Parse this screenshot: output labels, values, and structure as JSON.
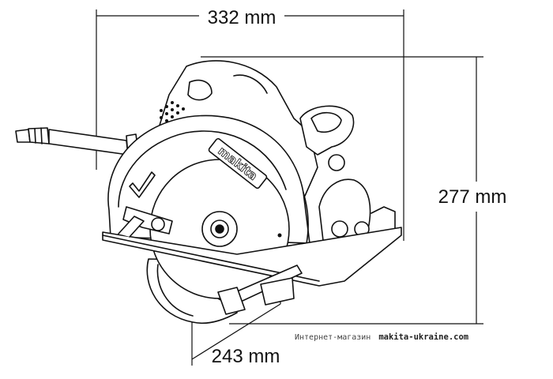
{
  "dimensions": {
    "width": "332 mm",
    "height": "277 mm",
    "depth": "243 mm"
  },
  "brand_label": "makita",
  "watermark": {
    "prefix": "Интернет-магазин",
    "site": "makita-ukraine.com"
  },
  "colors": {
    "line": "#111111",
    "background": "#ffffff"
  }
}
